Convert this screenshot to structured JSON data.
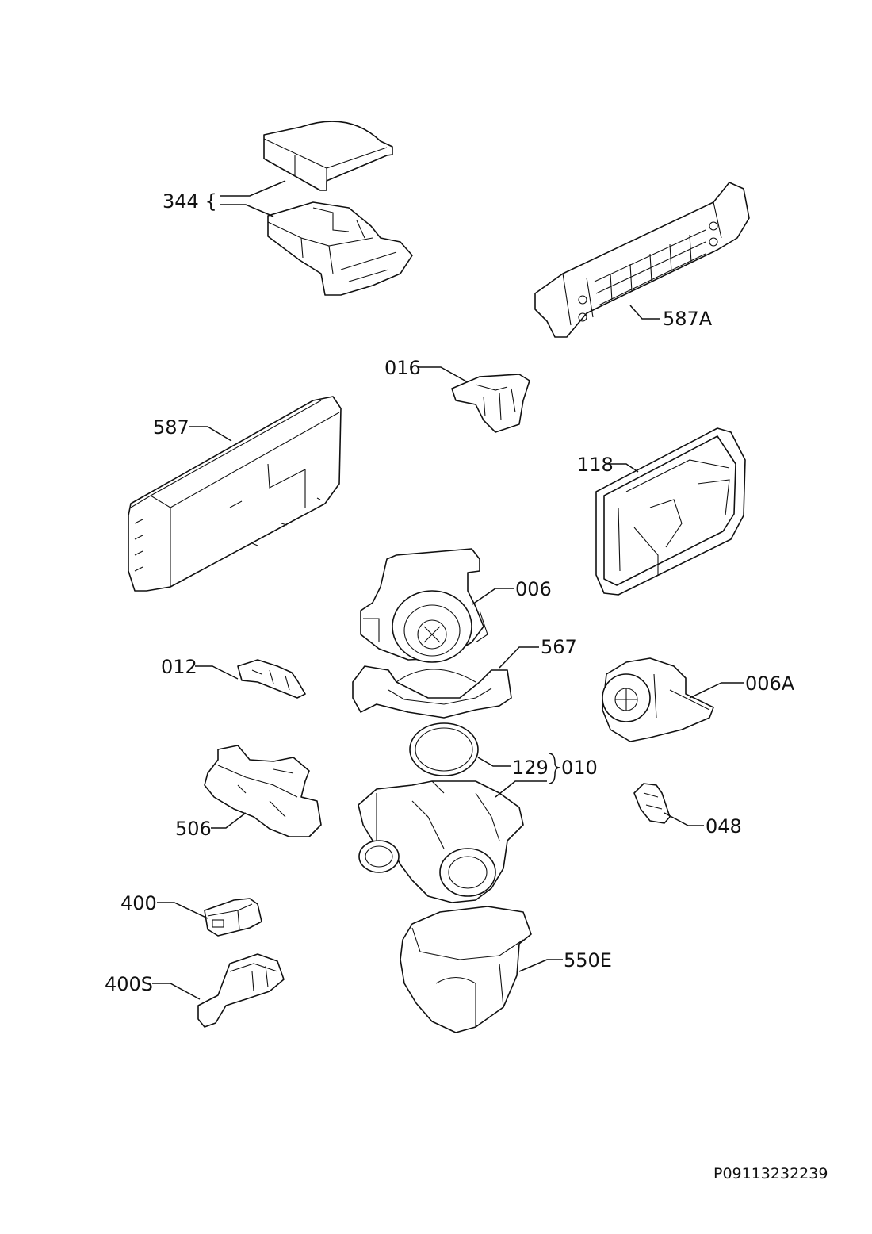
{
  "labels": {
    "l344": "344 {",
    "l587A": "587A",
    "l016": "016",
    "l587": "587",
    "l118": "118",
    "l006": "006",
    "l567": "567",
    "l012": "012",
    "l006A": "006A",
    "l129": "129",
    "l010": "010",
    "l506": "506",
    "l048": "048",
    "l400": "400",
    "l400S": "400S",
    "l550E": "550E"
  },
  "drawing_code": "P09113232239"
}
